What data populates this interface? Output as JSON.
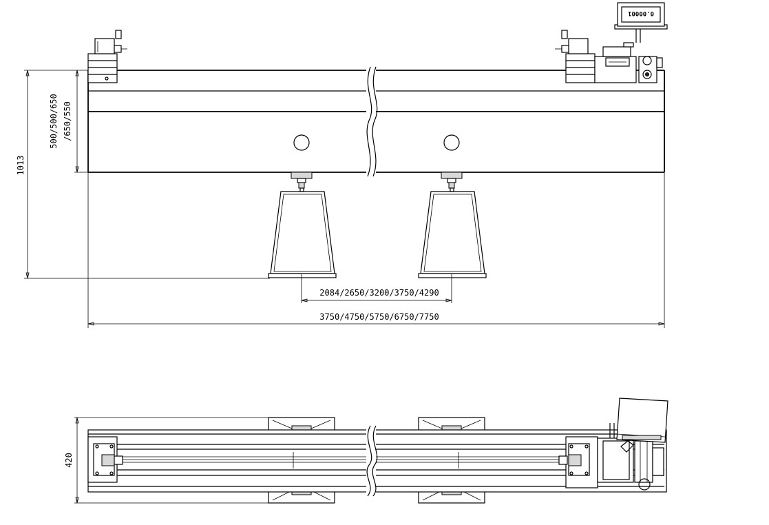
{
  "drawing": {
    "height_dim": "1013",
    "beam_height_dim_line1": "500/500/650",
    "beam_height_dim_line2": "/650/550",
    "support_spacing_dim": "2084/2650/3200/3750/4290",
    "overall_length_dim": "3750/4750/5750/6750/7750",
    "width_dim": "420",
    "display_reading": "0.00001"
  }
}
